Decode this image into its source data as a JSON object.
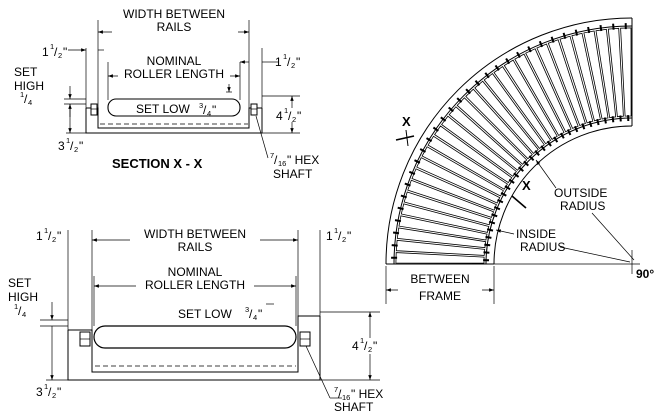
{
  "section_top": {
    "width_between_rails": [
      "WIDTH BETWEEN",
      "RAILS"
    ],
    "nominal_roller_length": [
      "NOMINAL",
      "ROLLER LENGTH"
    ],
    "set_low": "SET LOW",
    "set_low_value": {
      "whole": "",
      "num": "3",
      "den": "4",
      "unit": "\""
    },
    "set_high": [
      "SET",
      "HIGH"
    ],
    "set_high_value": {
      "num": "1",
      "den": "4"
    },
    "left_offset": {
      "whole": "1",
      "num": "1",
      "den": "2",
      "unit": "\""
    },
    "right_offset": {
      "whole": "1",
      "num": "1",
      "den": "2",
      "unit": "\""
    },
    "height": {
      "whole": "4",
      "num": "1",
      "den": "2",
      "unit": "\""
    },
    "bottom_offset": {
      "whole": "3",
      "num": "1",
      "den": "2",
      "unit": "\""
    },
    "shaft": {
      "num": "7",
      "den": "16",
      "text": "\" HEX",
      "line2": "SHAFT"
    },
    "section_title": "SECTION  X - X"
  },
  "section_bottom": {
    "width_between_rails": [
      "WIDTH BETWEEN",
      "RAILS"
    ],
    "nominal_roller_length": [
      "NOMINAL",
      "ROLLER LENGTH"
    ],
    "set_low": "SET LOW",
    "set_low_value": {
      "whole": "",
      "num": "3",
      "den": "4",
      "unit": "\""
    },
    "set_high": [
      "SET",
      "HIGH"
    ],
    "set_high_value": {
      "num": "1",
      "den": "4"
    },
    "left_offset": {
      "whole": "1",
      "num": "1",
      "den": "2",
      "unit": "\""
    },
    "right_offset": {
      "whole": "1",
      "num": "1",
      "den": "2",
      "unit": "\""
    },
    "height": {
      "whole": "4",
      "num": "1",
      "den": "2",
      "unit": "\""
    },
    "bottom_offset": {
      "whole": "3",
      "num": "1",
      "den": "2",
      "unit": "\""
    },
    "shaft": {
      "num": "7",
      "den": "16",
      "text": "\" HEX",
      "line2": "SHAFT"
    }
  },
  "curve": {
    "section_marker": "X",
    "outside_radius": [
      "OUTSIDE",
      "RADIUS"
    ],
    "inside_radius": [
      "INSIDE",
      "RADIUS"
    ],
    "between_frame": [
      "BETWEEN",
      "FRAME"
    ],
    "angle": "90°",
    "roller_count": 30
  }
}
